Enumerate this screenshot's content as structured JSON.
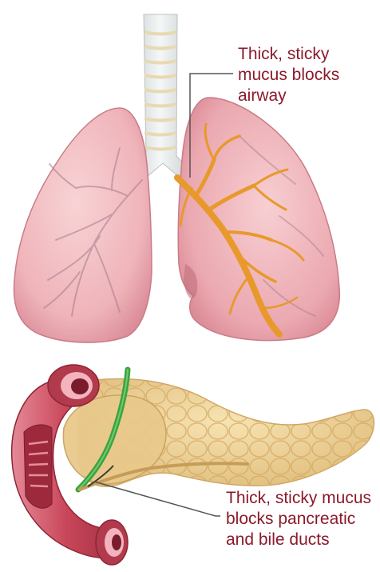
{
  "labels": {
    "airway": [
      "Thick, sticky",
      "mucus blocks",
      "airway"
    ],
    "ducts": [
      "Thick, sticky mucus",
      "blocks pancreatic",
      "and bile ducts"
    ]
  },
  "colors": {
    "label_text": "#8b1a2b",
    "lung_fill": "#efb8bd",
    "lung_shadow": "#d98b95",
    "trachea": "#e9ecec",
    "trachea_ring": "#eadbb4",
    "mucus": "#e79b2e",
    "pancreas": "#efd59b",
    "duodenum": "#c24556",
    "bile_duct": "#3aa43c",
    "leader_line": "#555555"
  },
  "icons": [
    "lungs-illustration",
    "pancreas-illustration",
    "duodenum-illustration"
  ]
}
